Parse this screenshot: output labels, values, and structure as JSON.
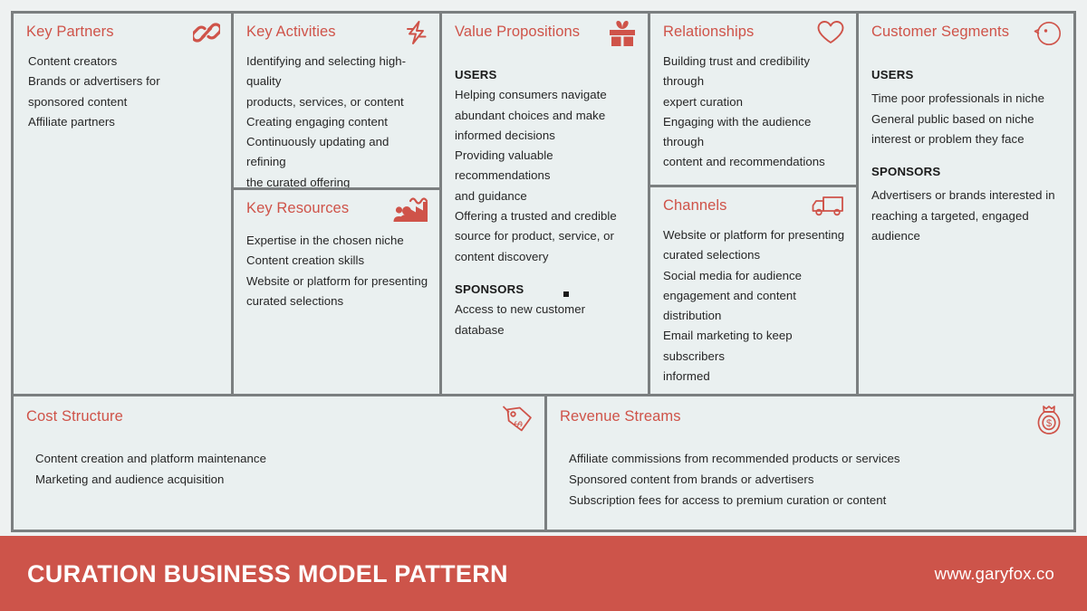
{
  "board": {
    "blocks": {
      "key_partners": {
        "title": "Key Partners",
        "icon": "link-icon",
        "items": [
          "Content creators",
          "Brands or advertisers for",
          "sponsored content",
          "Affiliate partners"
        ]
      },
      "key_activities": {
        "title": "Key Activities",
        "icon": "lightning-bolt-icon",
        "items": [
          "Identifying and selecting high-quality",
          "products, services, or content",
          "Creating engaging content",
          "Continuously updating and refining",
          "the curated offering"
        ]
      },
      "key_resources": {
        "title": "Key Resources",
        "icon": "factory-people-icon",
        "items": [
          "Expertise in the chosen niche",
          "Content creation skills",
          "Website or platform for presenting",
          "curated selections"
        ]
      },
      "value_propositions": {
        "title": "Value Propositions",
        "icon": "gift-icon",
        "users_label": "USERS",
        "users_items": [
          "Helping consumers navigate",
          "abundant choices and make",
          "informed decisions",
          "Providing valuable recommendations",
          "and guidance",
          "Offering a trusted and credible",
          "source for product, service, or",
          "content discovery"
        ],
        "sponsors_label": "SPONSORS",
        "sponsors_items": [
          "Access to new customer database"
        ]
      },
      "relationships": {
        "title": "Relationships",
        "icon": "heart-icon",
        "items": [
          "Building trust and credibility through",
          "expert curation",
          "Engaging with the audience through",
          "content and recommendations"
        ]
      },
      "channels": {
        "title": "Channels",
        "icon": "delivery-truck-icon",
        "items": [
          "Website or platform for presenting",
          "curated selections",
          "Social media for audience",
          "engagement and content",
          "distribution",
          "Email marketing to keep subscribers",
          "informed"
        ]
      },
      "customer_segments": {
        "title": "Customer Segments",
        "icon": "customer-face-icon",
        "users_label": "USERS",
        "users_items": [
          "Time poor professionals in niche",
          "General public based on niche",
          "interest or problem they face"
        ],
        "sponsors_label": "SPONSORS",
        "sponsors_items": [
          "Advertisers or brands interested in",
          "reaching a targeted, engaged",
          "audience"
        ]
      },
      "cost_structure": {
        "title": "Cost Structure",
        "icon": "price-tag-icon",
        "items": [
          "Content creation and platform maintenance",
          "Marketing and audience acquisition"
        ]
      },
      "revenue_streams": {
        "title": "Revenue Streams",
        "icon": "money-bag-icon",
        "items": [
          "Affiliate commissions from recommended products or services",
          "Sponsored content from brands or advertisers",
          "Subscription fees for access to premium curation or content"
        ]
      }
    }
  },
  "footer": {
    "title": "CURATION BUSINESS MODEL PATTERN",
    "url": "www.garyfox.co"
  },
  "colors": {
    "accent": "#cf5349",
    "footer_bg": "#cd544a",
    "cell_bg": "#eaf0f0",
    "page_bg": "#eef1f1",
    "grid_line": "#7b7f80",
    "body_text": "#262626"
  }
}
